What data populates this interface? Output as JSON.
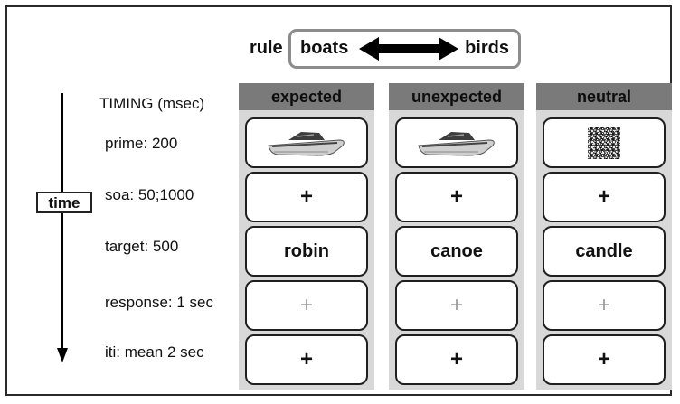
{
  "rule": {
    "label": "rule",
    "left": "boats",
    "right": "birds"
  },
  "timing_title": "TIMING (msec)",
  "time_label": "time",
  "rows": [
    {
      "label": "prime: 200"
    },
    {
      "label": "soa: 50;1000"
    },
    {
      "label": "target: 500"
    },
    {
      "label": "response: 1 sec"
    },
    {
      "label": "iti: mean 2 sec"
    }
  ],
  "columns": [
    {
      "header": "expected",
      "prime": "boat image",
      "soa": "+",
      "target": "robin",
      "response": "+",
      "iti": "+"
    },
    {
      "header": "unexpected",
      "prime": "boat image",
      "soa": "+",
      "target": "canoe",
      "response": "+",
      "iti": "+"
    },
    {
      "header": "neutral",
      "prime": "noise patch",
      "soa": "+",
      "target": "candle",
      "response": "+",
      "iti": "+"
    }
  ]
}
